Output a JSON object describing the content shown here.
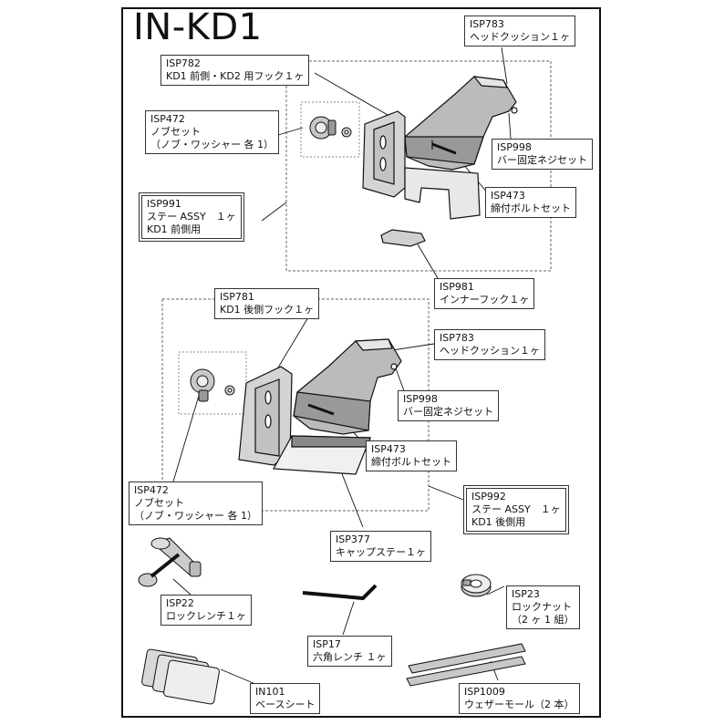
{
  "title": "IN-KD1",
  "parts": [
    {
      "id": "isp783a",
      "code": "ISP783",
      "lines": [
        "ヘッドクッション１ヶ"
      ]
    },
    {
      "id": "isp782",
      "code": "ISP782",
      "lines": [
        "KD1 前側・KD2 用フック１ヶ"
      ]
    },
    {
      "id": "isp472a",
      "code": "ISP472",
      "lines": [
        "ノブセット",
        "（ノブ・ワッシャー 各 1）"
      ]
    },
    {
      "id": "isp998a",
      "code": "ISP998",
      "lines": [
        "バー固定ネジセット"
      ]
    },
    {
      "id": "isp473a",
      "code": "ISP473",
      "lines": [
        "締付ボルトセット"
      ]
    },
    {
      "id": "isp991",
      "code": "ISP991",
      "lines": [
        "ステー ASSY　１ヶ",
        "KD1 前側用"
      ]
    },
    {
      "id": "isp981",
      "code": "ISP981",
      "lines": [
        "インナーフック１ヶ"
      ]
    },
    {
      "id": "isp781",
      "code": "ISP781",
      "lines": [
        "KD1 後側フック１ヶ"
      ]
    },
    {
      "id": "isp783b",
      "code": "ISP783",
      "lines": [
        "ヘッドクッション１ヶ"
      ]
    },
    {
      "id": "isp998b",
      "code": "ISP998",
      "lines": [
        "バー固定ネジセット"
      ]
    },
    {
      "id": "isp473b",
      "code": "ISP473",
      "lines": [
        "締付ボルトセット"
      ]
    },
    {
      "id": "isp472b",
      "code": "ISP472",
      "lines": [
        "ノブセット",
        "（ノブ・ワッシャー 各 1）"
      ]
    },
    {
      "id": "isp992",
      "code": "ISP992",
      "lines": [
        "ステー ASSY　１ヶ",
        "KD1 後側用"
      ]
    },
    {
      "id": "isp377",
      "code": "ISP377",
      "lines": [
        "キャップステー１ヶ"
      ]
    },
    {
      "id": "isp22",
      "code": "ISP22",
      "lines": [
        "ロックレンチ１ヶ"
      ]
    },
    {
      "id": "isp23",
      "code": "ISP23",
      "lines": [
        "ロックナット",
        "（2 ヶ 1 組）"
      ]
    },
    {
      "id": "isp17",
      "code": "ISP17",
      "lines": [
        "六角レンチ １ヶ"
      ]
    },
    {
      "id": "in101",
      "code": "IN101",
      "lines": [
        "ベースシート"
      ]
    },
    {
      "id": "isp1009",
      "code": "ISP1009",
      "lines": [
        "ウェザーモール（2 本）"
      ]
    }
  ]
}
